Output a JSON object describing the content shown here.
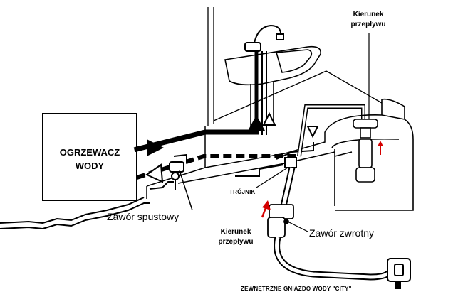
{
  "labels": {
    "heater_line1": "OGRZEWACZ",
    "heater_line2": "WODY",
    "flow_direction_top_line1": "Kierunek",
    "flow_direction_top_line2": "przepływu",
    "flow_direction_bottom_line1": "Kierunek",
    "flow_direction_bottom_line2": "przepływu",
    "drain_valve": "Zawór spustowy",
    "tee": "TRÓJNIK",
    "check_valve": "Zawór zwrotny",
    "external_socket": "ZEWNĘTRZNE GNIAZDO WODY \"CITY\""
  },
  "colors": {
    "line": "#000000",
    "background": "#ffffff",
    "flow_arrow": "#d40000",
    "text": "#000000"
  }
}
